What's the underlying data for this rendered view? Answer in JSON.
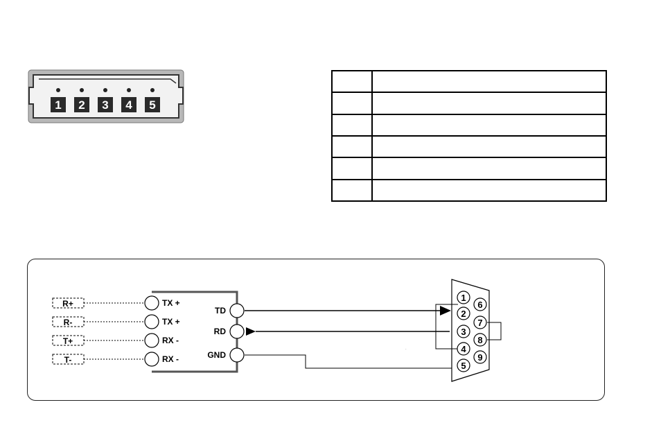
{
  "connector": {
    "pins": [
      "1",
      "2",
      "3",
      "4",
      "5"
    ],
    "colors": {
      "body": "#d9d9d9",
      "pin_box": "#2a2a2a",
      "pin_text": "#ffffff"
    }
  },
  "pin_table": {
    "rows": [
      {
        "pin": "",
        "desc": ""
      },
      {
        "pin": "",
        "desc": ""
      },
      {
        "pin": "",
        "desc": ""
      },
      {
        "pin": "",
        "desc": ""
      },
      {
        "pin": "",
        "desc": ""
      },
      {
        "pin": "",
        "desc": ""
      }
    ]
  },
  "wiring": {
    "device_signals": [
      "R+",
      "R-",
      "T+",
      "T-"
    ],
    "converter_left_labels": [
      "TX +",
      "TX +",
      "RX -",
      "RX -"
    ],
    "converter_right_labels": [
      "TD",
      "RD",
      "GND"
    ],
    "db9_pins": [
      "1",
      "2",
      "3",
      "4",
      "5",
      "6",
      "7",
      "8",
      "9"
    ]
  }
}
